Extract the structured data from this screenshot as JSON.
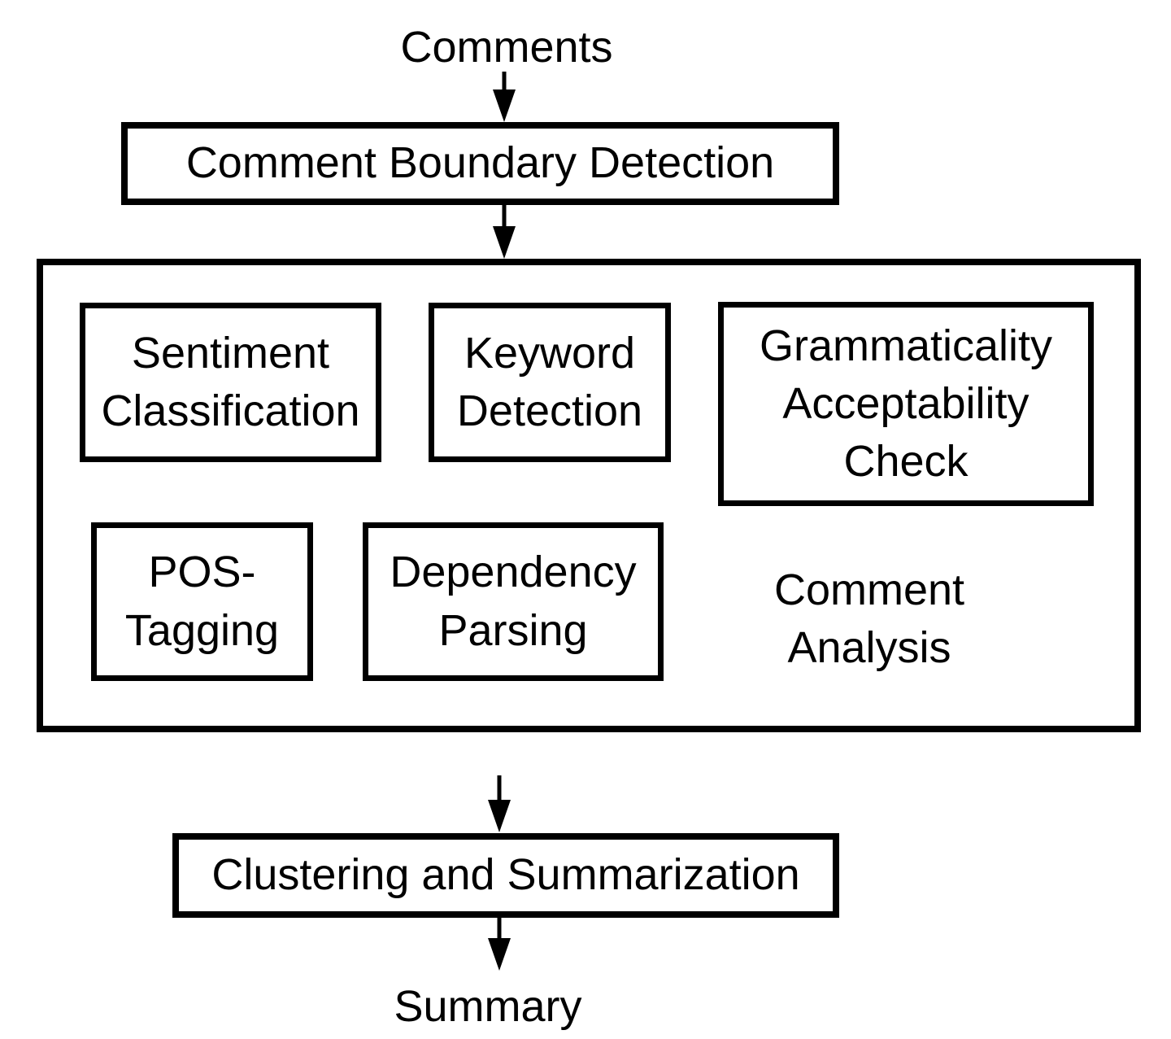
{
  "colors": {
    "background": "#ffffff",
    "stroke": "#000000",
    "text": "#000000"
  },
  "diagram": {
    "type": "flowchart",
    "nodes": {
      "comments": {
        "label": "Comments",
        "shape": "text"
      },
      "comment_boundary_detection": {
        "label": "Comment Boundary Detection",
        "shape": "box"
      },
      "comment_analysis_group": {
        "label": "Comment\nAnalysis",
        "shape": "container-box"
      },
      "sentiment_classification": {
        "label": "Sentiment\nClassification",
        "shape": "box"
      },
      "keyword_detection": {
        "label": "Keyword\nDetection",
        "shape": "box"
      },
      "grammaticality_acceptability_check": {
        "label": "Grammaticality\nAcceptability\nCheck",
        "shape": "box"
      },
      "pos_tagging": {
        "label": "POS-\nTagging",
        "shape": "box"
      },
      "dependency_parsing": {
        "label": "Dependency\nParsing",
        "shape": "box"
      },
      "clustering_and_summarization": {
        "label": "Clustering and Summarization",
        "shape": "box"
      },
      "summary": {
        "label": "Summary",
        "shape": "text"
      }
    },
    "edges": [
      {
        "from": "comments",
        "to": "comment_boundary_detection",
        "style": "arrow-down"
      },
      {
        "from": "comment_boundary_detection",
        "to": "comment_analysis_group",
        "style": "arrow-down"
      },
      {
        "from": "comment_analysis_group",
        "to": "clustering_and_summarization",
        "style": "arrow-down"
      },
      {
        "from": "clustering_and_summarization",
        "to": "summary",
        "style": "arrow-down"
      }
    ],
    "group_children": [
      "sentiment_classification",
      "keyword_detection",
      "grammaticality_acceptability_check",
      "pos_tagging",
      "dependency_parsing"
    ]
  }
}
